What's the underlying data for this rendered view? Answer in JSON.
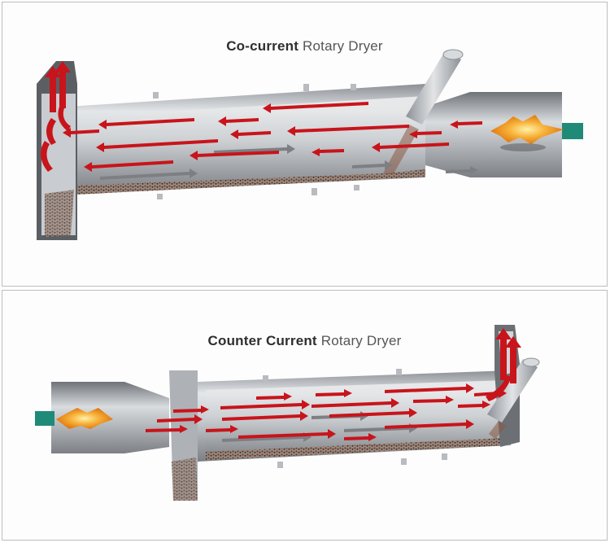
{
  "diagrams": [
    {
      "title_bold": "Co-current",
      "title_rest": "Rotary Dryer"
    },
    {
      "title_bold": "Counter Current",
      "title_rest": "Rotary Dryer"
    }
  ],
  "colors": {
    "flow_arrow": "#c8141b",
    "shadow_arrow": "#7d7f83",
    "shell_light": "#dfe2e5",
    "shell_dark": "#6a6e73",
    "flame": "#f5a623",
    "fuel_pipe": "#1f8a78",
    "material": "#7b4e3a"
  },
  "icons": [
    "burner-flame-icon",
    "feed-chute-icon",
    "exhaust-arrow-icon"
  ]
}
